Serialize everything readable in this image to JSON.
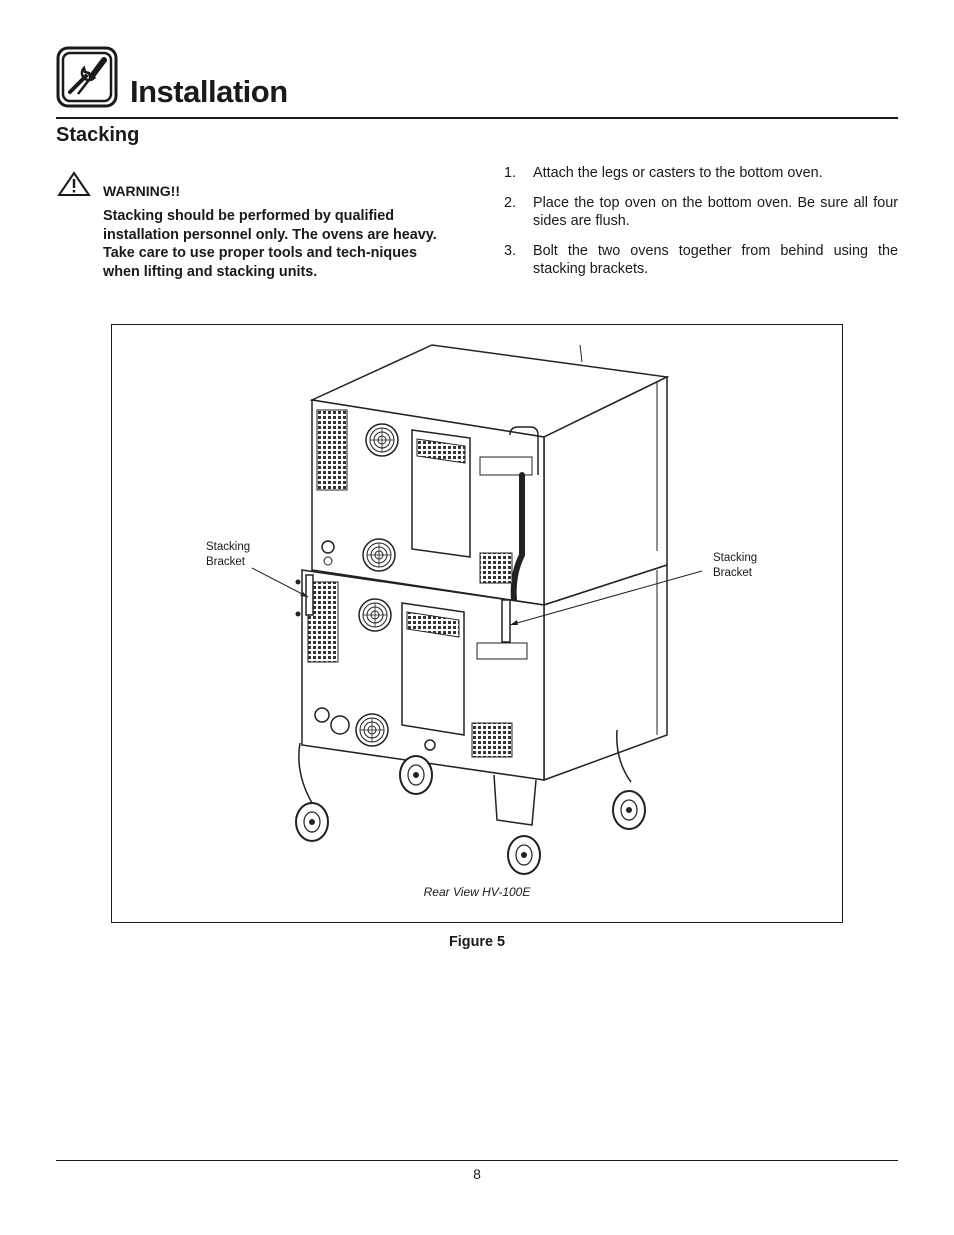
{
  "header": {
    "title": "Installation"
  },
  "section": {
    "title": "Stacking"
  },
  "warning": {
    "label": "WARNING!!",
    "text": "Stacking should be performed by qualified installation personnel only. The ovens are heavy. Take care to use proper tools and tech-niques when lifting and stacking units."
  },
  "steps": [
    {
      "number": "1.",
      "text": "Attach the legs or casters to the bottom oven."
    },
    {
      "number": "2.",
      "text": "Place the top oven on the bottom oven. Be sure all four sides are flush."
    },
    {
      "number": "3.",
      "text": "Bolt the two ovens together from behind using the stacking brackets."
    }
  ],
  "figure": {
    "callout_left_line1": "Stacking",
    "callout_left_line2": "Bracket",
    "callout_right_line1": "Stacking",
    "callout_right_line2": "Bracket",
    "caption": "Rear View HV-100E",
    "label": "Figure 5"
  },
  "footer": {
    "page_number": "8"
  },
  "icons": {
    "header": "wrench-screwdriver-icon",
    "warning": "warning-triangle-icon"
  }
}
